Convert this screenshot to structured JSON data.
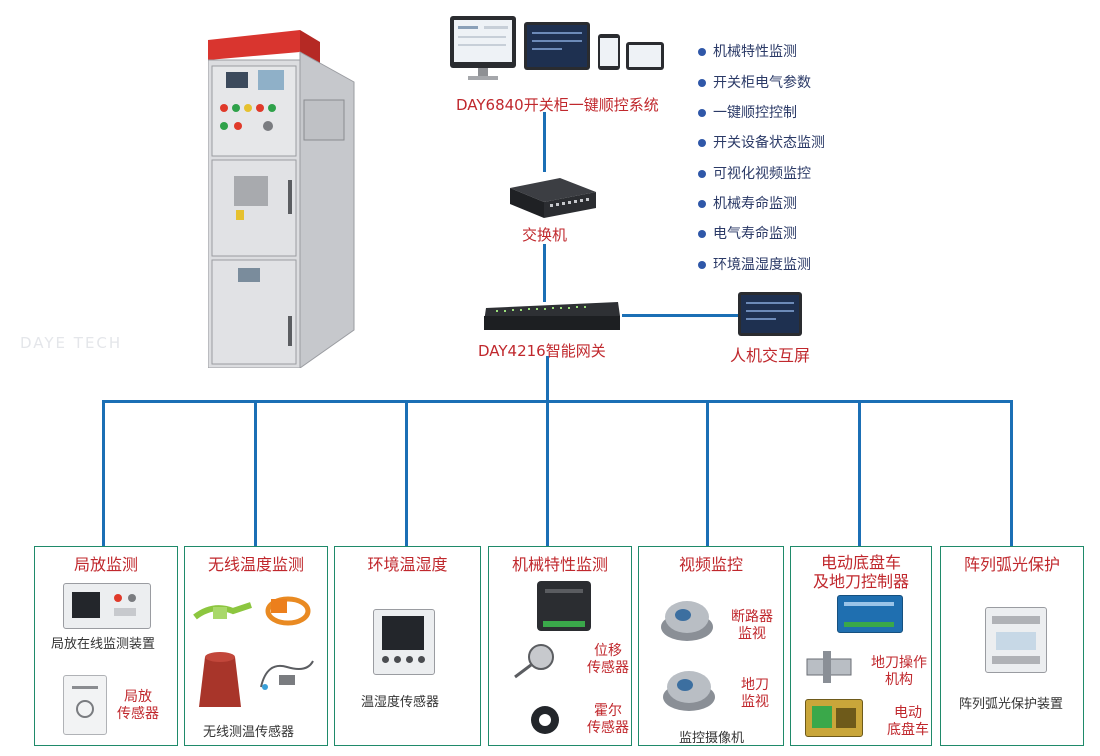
{
  "colors": {
    "line": "#1b6fb5",
    "label_red": "#c0282d",
    "panel_border": "#1f8a6a",
    "bullet": "#2f57a8"
  },
  "watermark": "DAYE TECH",
  "system": {
    "name": "DAY6840开关柜一键顺控系统"
  },
  "switch": {
    "name": "交换机"
  },
  "gateway": {
    "name": "DAY4216智能网关"
  },
  "hmi": {
    "name": "人机交互屏"
  },
  "features": [
    "机械特性监测",
    "开关柜电气参数",
    "一键顺控控制",
    "开关设备状态监测",
    "可视化视频监控",
    "机械寿命监测",
    "电气寿命监测",
    "环境温湿度监测"
  ],
  "panels": [
    {
      "title": "局放监测",
      "captions": [
        "局放在线监测装置"
      ],
      "side_labels": [
        "局放\n传感器"
      ]
    },
    {
      "title": "无线温度监测",
      "captions": [
        "无线测温传感器"
      ],
      "side_labels": []
    },
    {
      "title": "环境温湿度",
      "captions": [
        "温湿度传感器"
      ],
      "side_labels": []
    },
    {
      "title": "机械特性监测",
      "captions": [],
      "side_labels": [
        "位移\n传感器",
        "霍尔\n传感器"
      ]
    },
    {
      "title": "视频监控",
      "captions": [
        "监控摄像机"
      ],
      "side_labels": [
        "断路器\n监视",
        "地刀\n监视"
      ]
    },
    {
      "title": "电动底盘车\n及地刀控制器",
      "captions": [],
      "side_labels": [
        "地刀操作\n机构",
        "电动\n底盘车"
      ]
    },
    {
      "title": "阵列弧光保护",
      "captions": [
        "阵列弧光保护装置"
      ],
      "side_labels": []
    }
  ]
}
